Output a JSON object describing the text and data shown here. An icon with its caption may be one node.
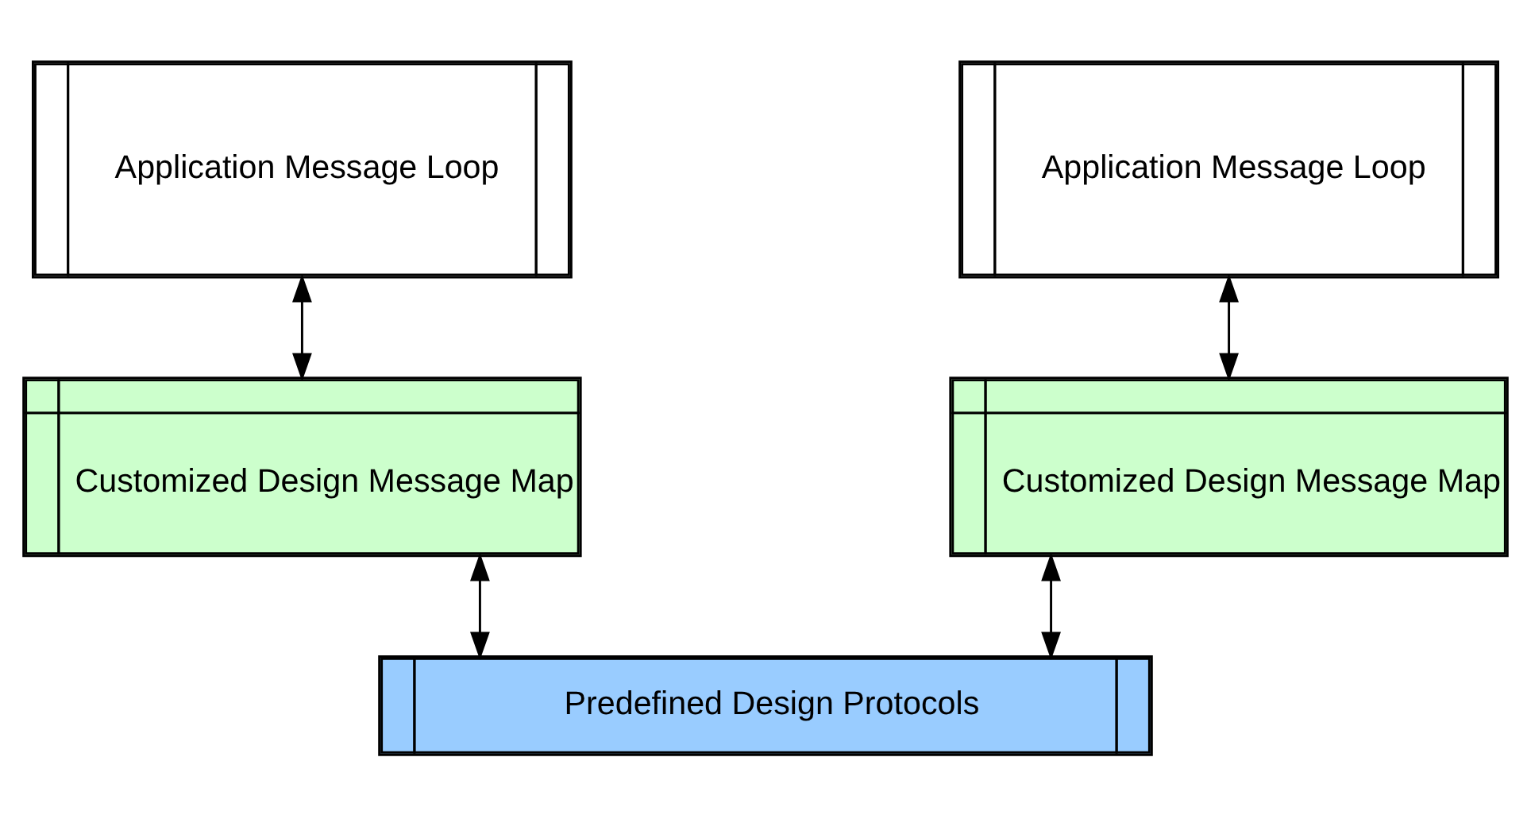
{
  "diagram": {
    "nodes": [
      {
        "text": [
          "Application Message Loop"
        ]
      },
      {
        "text": [
          "Application Message Loop"
        ]
      },
      {
        "text": [
          "Customized Design Message Map"
        ]
      },
      {
        "text": [
          "Customized Design Message Map"
        ]
      },
      {
        "text": [
          "Predefined Design Protocols"
        ]
      }
    ],
    "edges": [
      {
        "from": 0,
        "to": 2,
        "arrow": "both"
      },
      {
        "from": 1,
        "to": 3,
        "arrow": "both"
      },
      {
        "from": 2,
        "to": 4,
        "arrow": "both"
      },
      {
        "from": 3,
        "to": 4,
        "arrow": "both"
      }
    ]
  }
}
